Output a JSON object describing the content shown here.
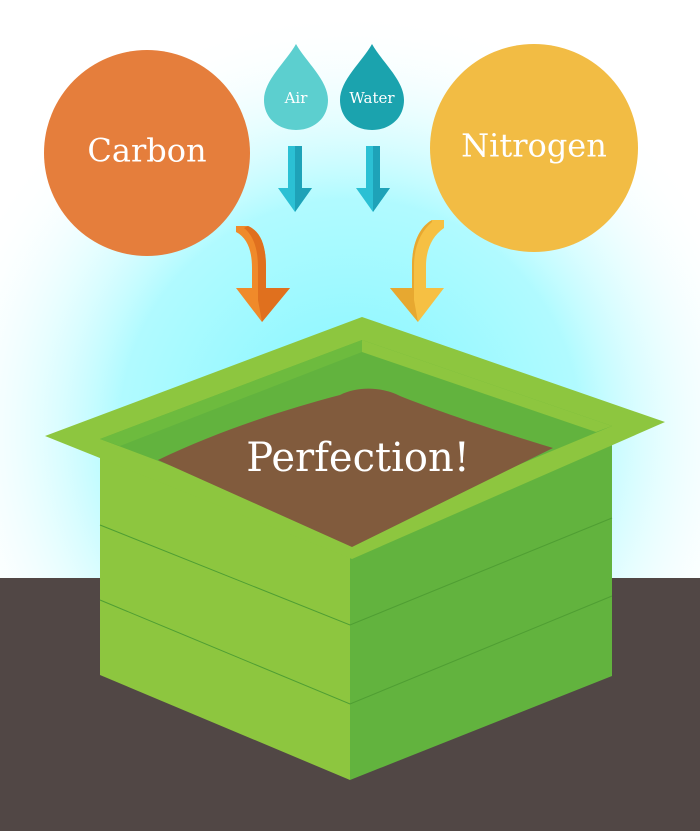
{
  "diagram": {
    "ingredients": {
      "carbon": {
        "label": "Carbon",
        "color": "#E57E3C"
      },
      "nitrogen": {
        "label": "Nitrogen",
        "color": "#F2BC44"
      },
      "air": {
        "label": "Air",
        "color": "#5CCFCF"
      },
      "water": {
        "label": "Water",
        "color": "#1BA3AE"
      }
    },
    "result": {
      "label": "Perfection!"
    },
    "colors": {
      "glow": "#7FF6FF",
      "ground": "#514745",
      "bin_light": "#8DC63F",
      "bin_dark": "#62B33E",
      "compost": "#815B3D",
      "arrow_orange": "#F08A2A",
      "arrow_yellow": "#F6C043",
      "arrow_teal": "#2BC0D4"
    }
  }
}
